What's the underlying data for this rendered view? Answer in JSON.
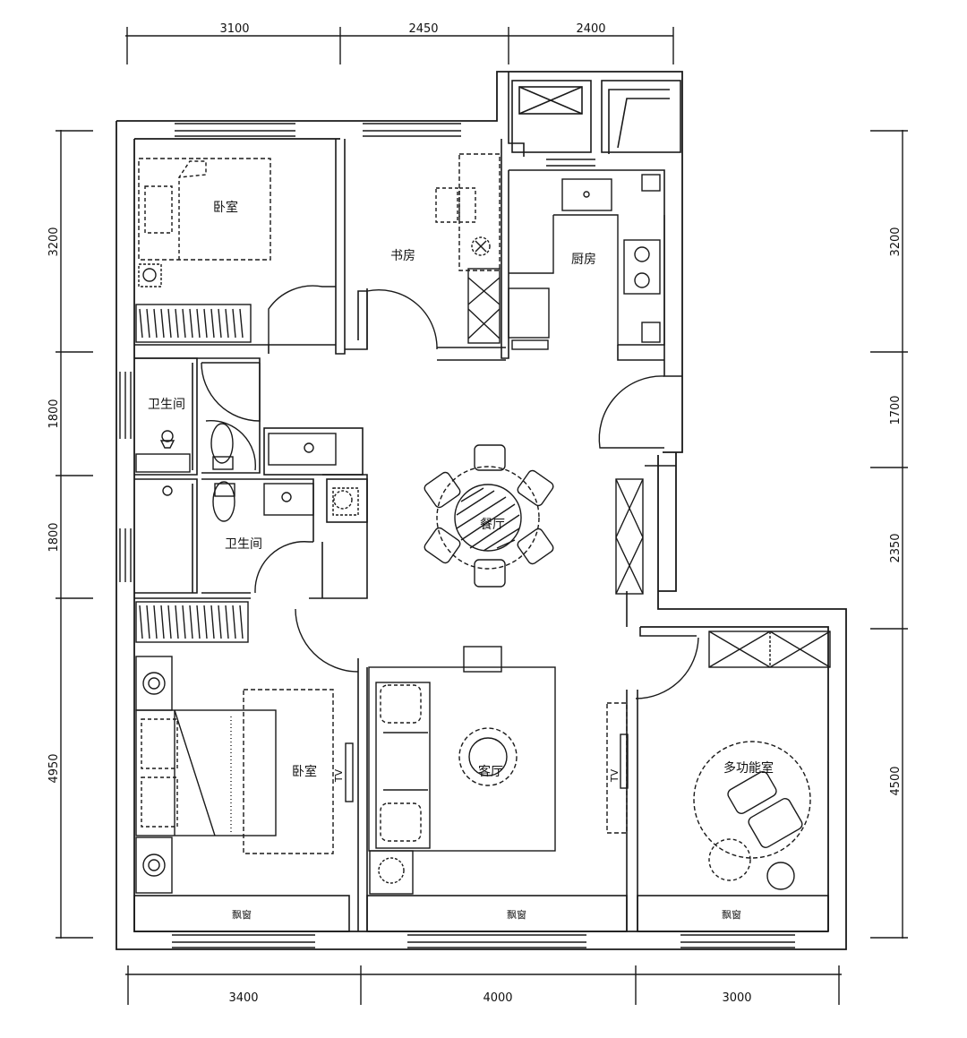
{
  "dimensions": {
    "top": [
      "3100",
      "2450",
      "2400"
    ],
    "bottom": [
      "3400",
      "4000",
      "3000"
    ],
    "left": [
      "3200",
      "1800",
      "1800",
      "4950"
    ],
    "right": [
      "3200",
      "1700",
      "2350",
      "4500"
    ]
  },
  "rooms": {
    "bedroom_top": "卧室",
    "study": "书房",
    "kitchen": "厨房",
    "bath_upper": "卫生间",
    "bath_lower": "卫生间",
    "dining": "餐厅",
    "living": "客厅",
    "bedroom_bottom": "卧室",
    "multi": "多功能室"
  },
  "labels": {
    "bay_window_left": "飘窗",
    "bay_window_mid": "飘窗",
    "bay_window_right": "飘窗",
    "tv_left": "TV",
    "tv_right": "TV"
  }
}
